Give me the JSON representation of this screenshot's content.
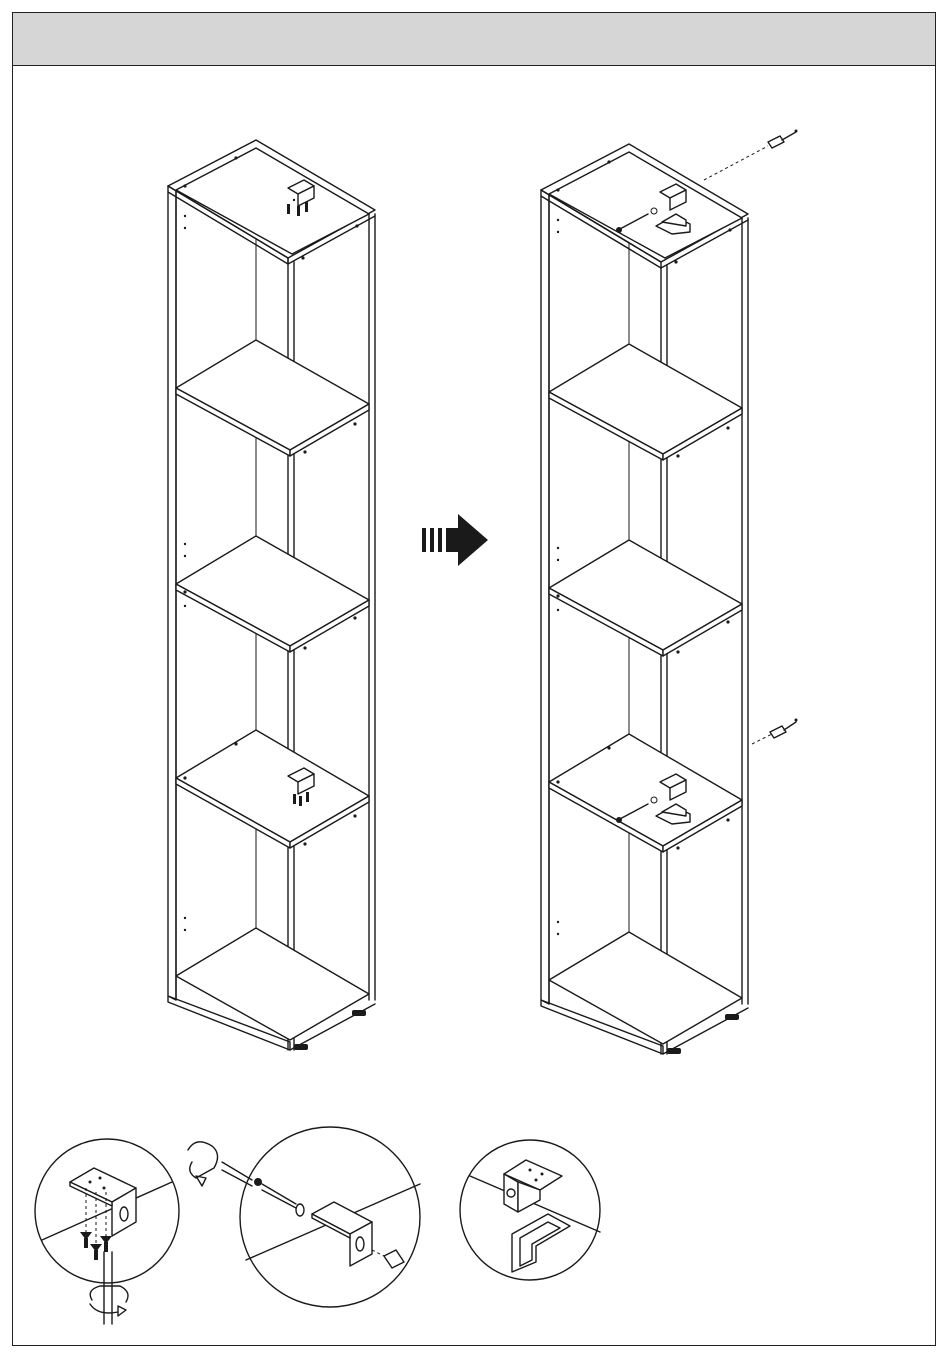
{
  "header": {
    "title": ""
  },
  "figures": {
    "before": {
      "label": "cabinet-before-brackets"
    },
    "after": {
      "label": "cabinet-after-brackets"
    },
    "details": [
      "detail-screw-bracket",
      "detail-wall-plug",
      "detail-bracket-hook"
    ]
  },
  "colors": {
    "line": "#1a1a1a",
    "header_bg": "#d6d6d6",
    "page_bg": "#ffffff"
  }
}
